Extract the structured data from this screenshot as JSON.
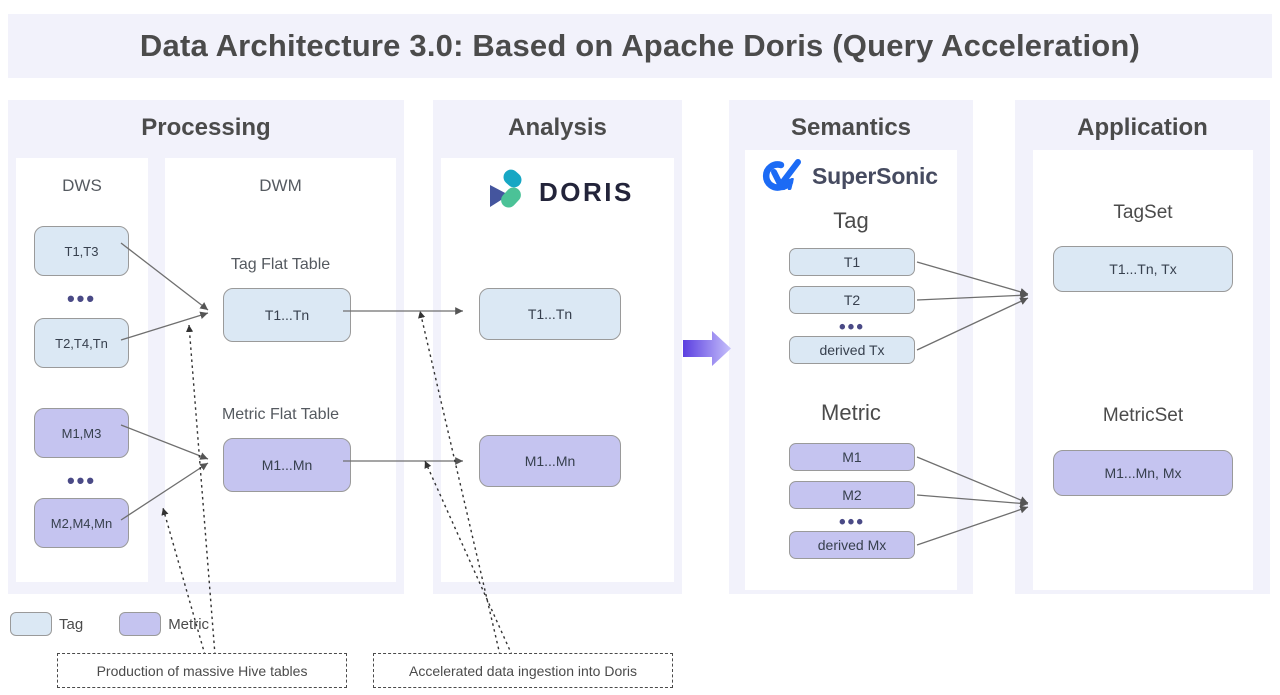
{
  "header": {
    "title": "Data Architecture 3.0: Based on Apache Doris (Query Acceleration)"
  },
  "sections": [
    {
      "key": "processing",
      "title": "Processing"
    },
    {
      "key": "analysis",
      "title": "Analysis"
    },
    {
      "key": "semantics",
      "title": "Semantics"
    },
    {
      "key": "application",
      "title": "Application"
    }
  ],
  "processing": {
    "dws": {
      "title": "DWS",
      "tag_nodes": [
        "T1,T3",
        "T2,T4,Tn"
      ],
      "metric_nodes": [
        "M1,M3",
        "M2,M4,Mn"
      ],
      "ellipsis": "•••"
    },
    "dwm": {
      "title": "DWM",
      "tag_table_label": "Tag Flat Table",
      "tag_table_node": "T1...Tn",
      "metric_table_label": "Metric Flat Table",
      "metric_table_node": "M1...Mn"
    }
  },
  "analysis": {
    "logo_name": "doris-logo",
    "logo_text": "DORIS",
    "tag_node": "T1...Tn",
    "metric_node": "M1...Mn"
  },
  "semantics": {
    "logo_name": "supersonic-logo",
    "logo_text": "SuperSonic",
    "tag_group_label": "Tag",
    "tag_nodes": [
      "T1",
      "T2",
      "derived Tx"
    ],
    "metric_group_label": "Metric",
    "metric_nodes": [
      "M1",
      "M2",
      "derived Mx"
    ],
    "ellipsis": "•••"
  },
  "application": {
    "tagset_label": "TagSet",
    "tagset_node": "T1...Tn, Tx",
    "metricset_label": "MetricSet",
    "metricset_node": "M1...Mn, Mx"
  },
  "flow_arrow": {
    "direction": "left",
    "name": "flow-arrow-left"
  },
  "legend": [
    {
      "label": "Tag",
      "color": "#dbe8f4"
    },
    {
      "label": "Metric",
      "color": "#c5c4f0"
    }
  ],
  "callouts": [
    {
      "label": "Production of massive Hive tables"
    },
    {
      "label": "Accelerated data ingestion into Doris"
    }
  ],
  "colors": {
    "banner_bg": "#f2f2fb",
    "panel_bg": "#f2f2fb",
    "card_bg": "#ffffff",
    "tag_fill": "#dbe8f4",
    "metric_fill": "#c5c4f0",
    "node_border": "#9a9a9a",
    "text": "#4b4b4b",
    "arrow_purple_dark": "#5b3fe0",
    "arrow_purple_light": "#c3bdfa",
    "connector": "#6f6f6f"
  }
}
